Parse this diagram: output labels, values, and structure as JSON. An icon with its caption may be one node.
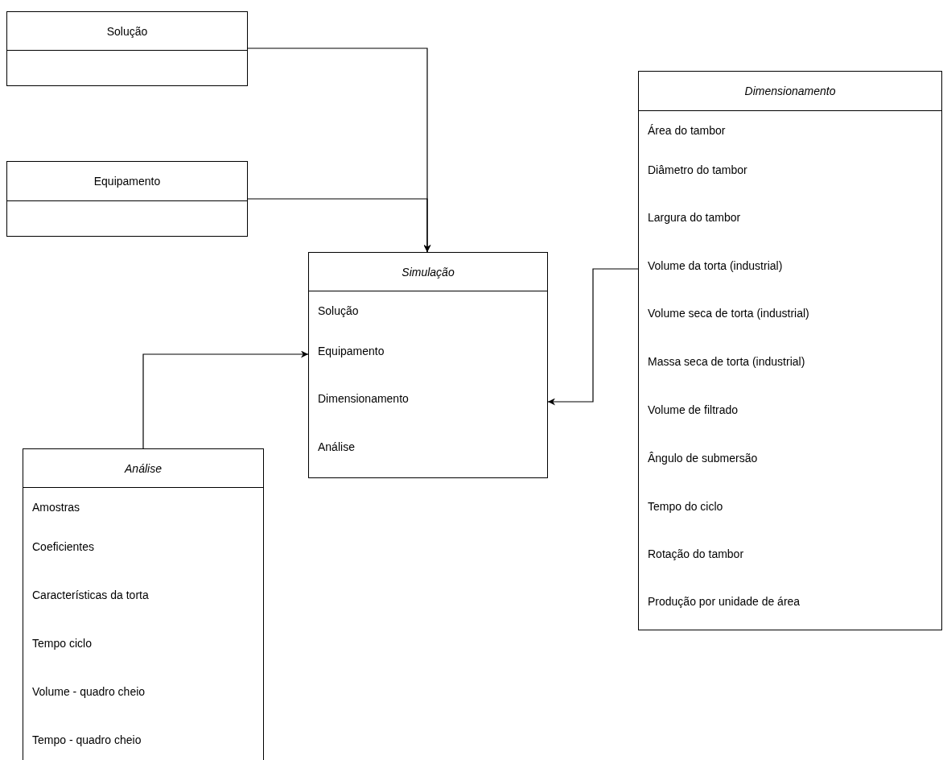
{
  "diagram": {
    "nodes": [
      {
        "text": [
          "Solução"
        ]
      },
      {
        "text": [
          "Equipamento"
        ]
      },
      {
        "text": [
          "Simulação",
          "Solução",
          "Equipamento",
          "Dimensionamento",
          "Análise"
        ]
      },
      {
        "text": [
          "Análise",
          "Amostras",
          "Coeficientes",
          "Características da torta",
          "Tempo ciclo",
          "Volume - quadro cheio",
          "Tempo - quadro cheio"
        ]
      },
      {
        "text": [
          "Dimensionamento",
          "Área do tambor",
          "Diâmetro do tambor",
          "Largura do tambor",
          "Volume da torta (industrial)",
          "Volume seca de torta (industrial)",
          "Massa seca de torta (industrial)",
          "Volume de filtrado",
          "Ângulo de submersão",
          "Tempo do ciclo",
          "Rotação do tambor",
          "Produção por unidade de área"
        ]
      }
    ],
    "edges": [
      {
        "from": 0,
        "to": 2,
        "arrow": "to"
      },
      {
        "from": 1,
        "to": 2,
        "arrow": "to"
      },
      {
        "from": 3,
        "to": 2,
        "arrow": "to"
      },
      {
        "from": 4,
        "to": 2,
        "arrow": "to"
      }
    ]
  }
}
